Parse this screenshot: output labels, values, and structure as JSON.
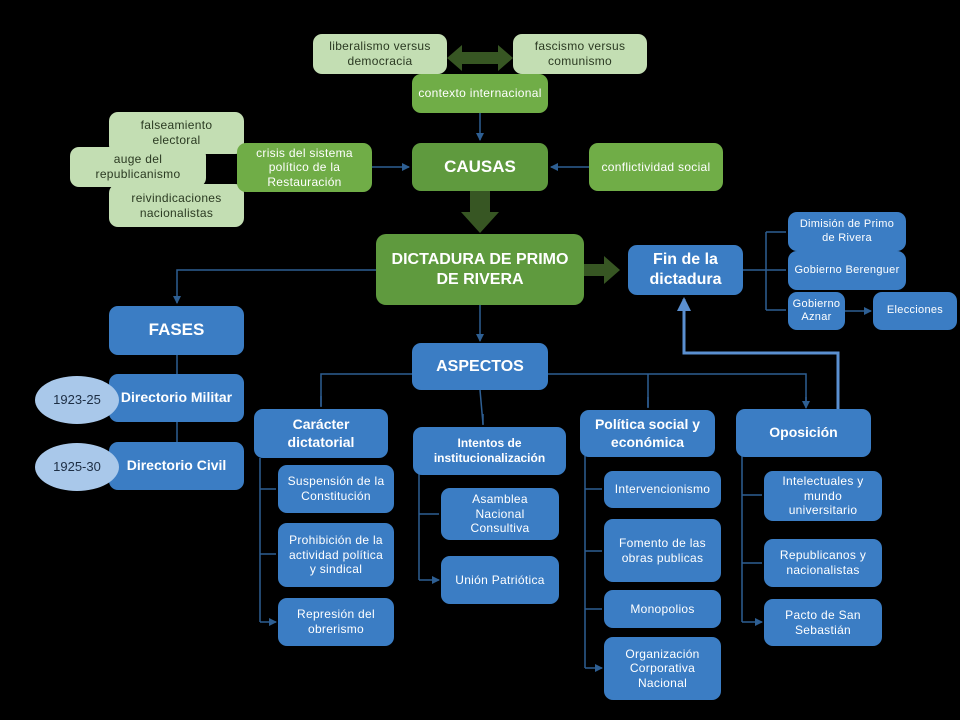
{
  "causes": {
    "liberalismo": "liberalismo versus democracia",
    "fascismo": "fascismo versus comunismo",
    "contexto": "contexto internacional",
    "falseamiento": "falseamiento electoral",
    "auge": "auge del republicanismo",
    "reivindicaciones": "reivindicaciones nacionalistas",
    "crisis": "crisis del sistema político de la Restauración",
    "causas": "CAUSAS",
    "conflictividad": "conflictividad social"
  },
  "center": {
    "dictadura": "DICTADURA DE PRIMO DE RIVERA",
    "fin": "Fin de la dictadura"
  },
  "end": {
    "dimision": "Dimisión de Primo de Rivera",
    "berenguer": "Gobierno Berenguer",
    "aznar": "Gobierno Aznar",
    "elecciones": "Elecciones"
  },
  "fases": {
    "title": "FASES",
    "militar": "Directorio Militar",
    "militar_years": "1923-25",
    "civil": "Directorio Civil",
    "civil_years": "1925-30"
  },
  "aspectos": {
    "title": "ASPECTOS",
    "caracter": {
      "title": "Carácter dictatorial",
      "items": [
        "Suspensión de la Constitución",
        "Prohibición de la actividad política y sindical",
        "Represión del obrerismo"
      ]
    },
    "intentos": {
      "title": "Intentos de institucionalización",
      "items": [
        "Asamblea Nacional Consultiva",
        "Unión Patriótica"
      ]
    },
    "politica": {
      "title": "Política social y económica",
      "items": [
        "Intervencionismo",
        "Fomento de las obras publicas",
        "Monopolios",
        "Organización Corporativa Nacional"
      ]
    },
    "oposicion": {
      "title": "Oposición",
      "items": [
        "Intelectuales y mundo universitario",
        "Republicanos y nacionalistas",
        "Pacto de San Sebastián"
      ]
    }
  },
  "colors": {
    "light_green": "#c3deb3",
    "mid_green": "#70ad47",
    "dark_green": "#375623",
    "blue": "#3b7dc4",
    "line_blue": "#2e5f93",
    "oval": "#a9c8ea",
    "background": "#000000"
  }
}
